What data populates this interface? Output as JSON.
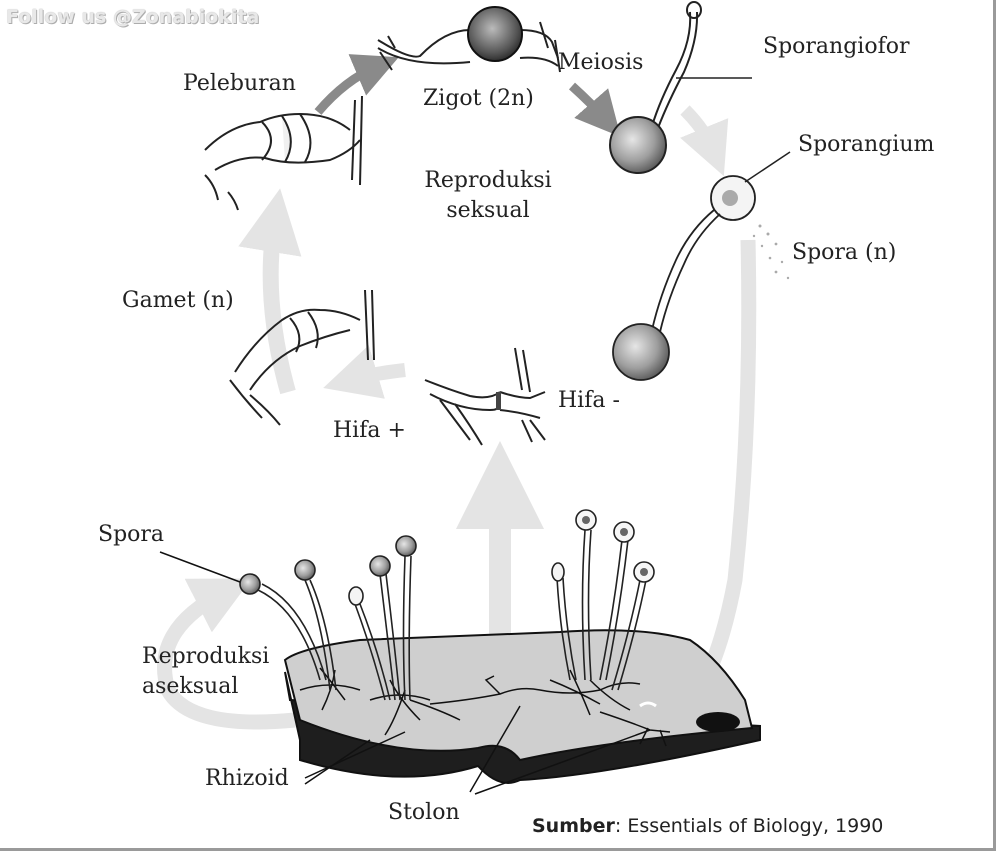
{
  "watermark": "Follow us @Zonabiokita",
  "labels": {
    "peleburan": "Peleburan",
    "zigot": "Zigot (2n)",
    "meiosis": "Meiosis",
    "sporangiofor": "Sporangiofor",
    "sporangium": "Sporangium",
    "spora_n": "Spora (n)",
    "reproduksi_seksual_1": "Reproduksi",
    "reproduksi_seksual_2": "seksual",
    "gamet": "Gamet (n)",
    "hifa_plus": "Hifa +",
    "hifa_minus": "Hifa -",
    "spora": "Spora",
    "reproduksi_aseksual_1": "Reproduksi",
    "reproduksi_aseksual_2": "aseksual",
    "rhizoid": "Rhizoid",
    "stolon": "Stolon"
  },
  "source": {
    "prefix": "Sumber",
    "text": ": Essentials of Biology, 1990"
  }
}
